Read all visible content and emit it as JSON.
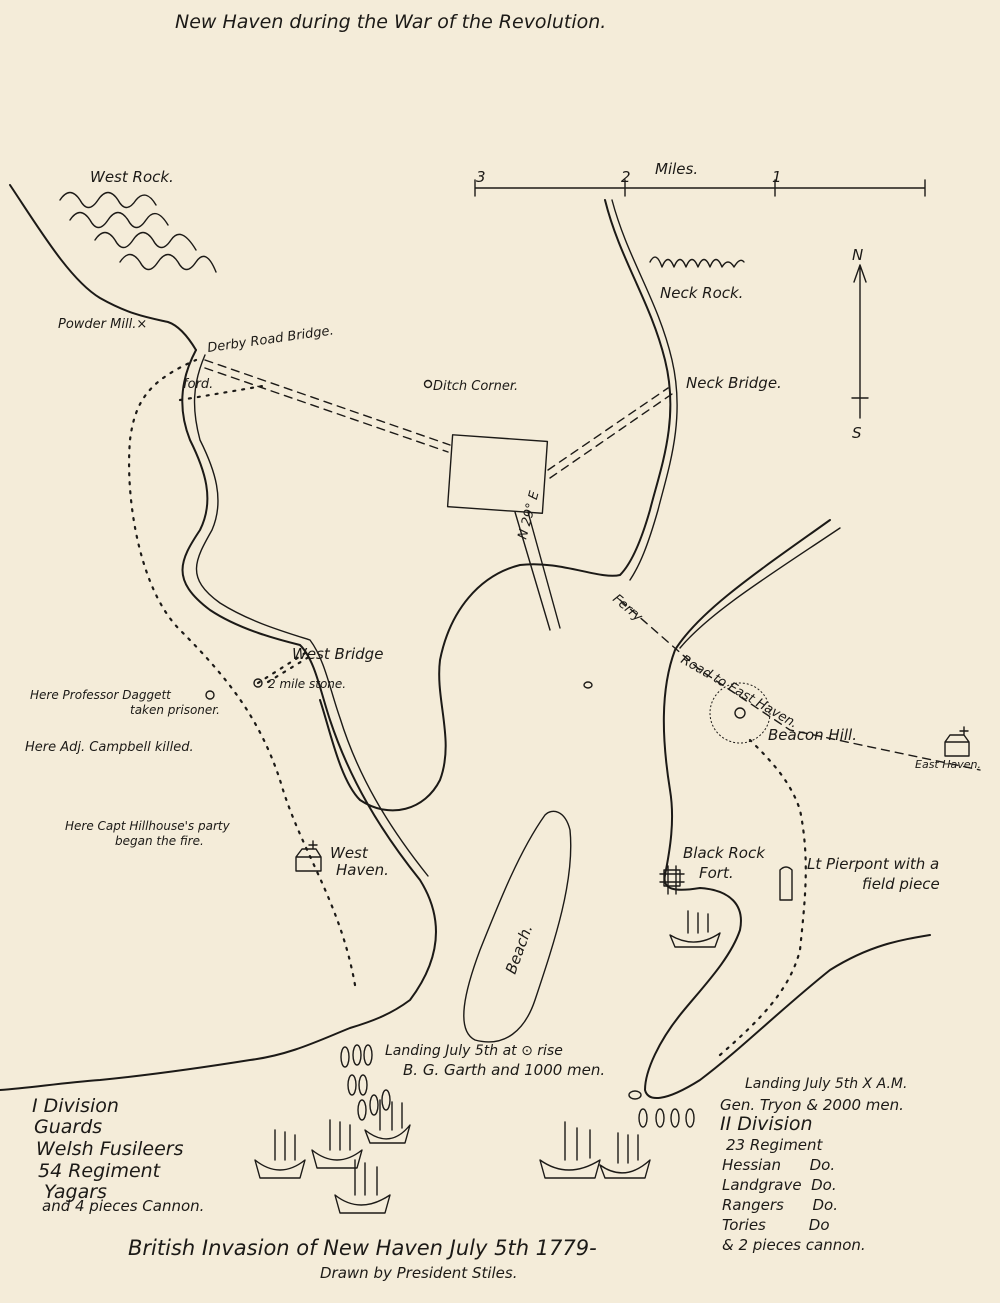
{
  "title": "New Haven during the War of the Revolution.",
  "caption": "British Invasion of New Haven July 5th 1779-",
  "subcaption": "Drawn by President Stiles.",
  "scale": {
    "label": "Miles.",
    "ticks": [
      "3",
      "2",
      "1"
    ]
  },
  "compass": {
    "north": "N",
    "south": "S"
  },
  "places": {
    "west_rock": "West Rock.",
    "neck_rock": "Neck Rock.",
    "powder_mill": "Powder Mill.×",
    "derby_road_bridge": "Derby Road Bridge.",
    "ford": "ford.",
    "ditch_corner": "Ditch Corner.",
    "neck_bridge": "Neck Bridge.",
    "bearing": "N 29° E",
    "ferry": "Ferry",
    "road_east_haven": "Road to East Haven.",
    "beacon_hill": "Beacon Hill.",
    "east_haven": "East Haven.",
    "west_bridge": "West Bridge",
    "mile_stone": "2 mile stone.",
    "west_haven_1": "West",
    "west_haven_2": "Haven.",
    "black_rock_1": "Black Rock",
    "black_rock_2": "Fort.",
    "beach": "Beach."
  },
  "notes": {
    "daggett_1": "Here Professor Daggett",
    "daggett_2": "taken prisoner.",
    "campbell": "Here Adj. Campbell killed.",
    "hillhouse_1": "Here Capt Hillhouse's party",
    "hillhouse_2": "began the fire.",
    "pierpont_1": "Lt Pierpont with a",
    "pierpont_2": "field piece",
    "landing_west_1": "Landing July 5th at ⊙ rise",
    "landing_west_2": "B. G. Garth and 1000 men.",
    "landing_east_1": "Landing July 5th X A.M.",
    "landing_east_2": "Gen. Tryon & 2000 men."
  },
  "division_1": [
    "I Division",
    "Guards",
    "Welsh Fusileers",
    "54 Regiment",
    "Yagars",
    "and 4 pieces Cannon."
  ],
  "division_2": [
    "II Division",
    "23 Regiment",
    "Hessian      Do.",
    "Landgrave  Do.",
    "Rangers      Do.",
    "Tories         Do",
    "& 2 pieces cannon."
  ]
}
